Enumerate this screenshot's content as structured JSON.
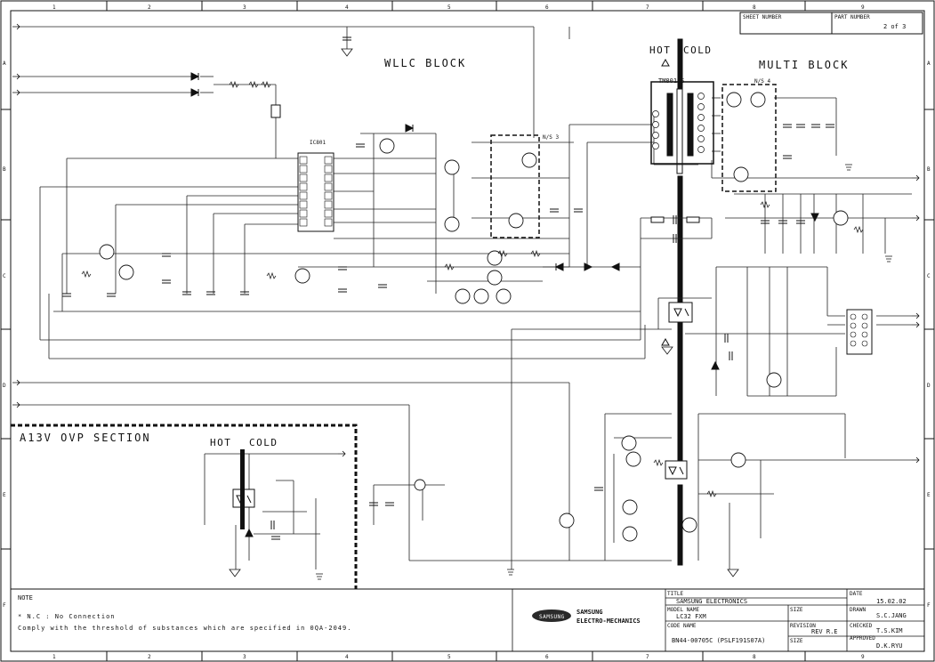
{
  "grid": {
    "columns": [
      "1",
      "2",
      "3",
      "4",
      "5",
      "6",
      "7",
      "8",
      "9"
    ],
    "rows": [
      "A",
      "B",
      "C",
      "D",
      "E",
      "F"
    ]
  },
  "header": {
    "sheet_label": "SHEET NUMBER",
    "sheet_value": "2 of 3",
    "part_label": "PART NUMBER",
    "part_value": ""
  },
  "blocks": {
    "wllc": "WLLC BLOCK",
    "multi": "MULTI BLOCK",
    "ovp": "A13V OVP SECTION",
    "hot": "HOT",
    "cold": "COLD",
    "transformer": "TM801CS",
    "ic": "IC801",
    "ns3": "N/S 3",
    "ns4": "N/S 4"
  },
  "notes": {
    "title": "NOTE",
    "line1": "* N.C : No Connection",
    "line2": "Comply with the threshold of substances which are specified in 0QA-2049."
  },
  "title_block": {
    "logo_text": "SAMSUNG",
    "company_line1": "SAMSUNG",
    "company_line2": "ELECTRO-MECHANICS",
    "owner_label": "TITLE",
    "owner": "SAMSUNG ELECTRONICS",
    "model_label": "MODEL NAME",
    "model": "LC32 FXM",
    "code_label": "CODE NAME",
    "code": "BN44-00705C (PSLF191S07A)",
    "size_label": "SIZE",
    "rev_label": "REVISION",
    "rev": "REV R.E",
    "date_label": "DATE",
    "date": "15.02.02",
    "draw_label": "DRAWN",
    "drawn": "S.C.JANG",
    "check_label": "CHECKED",
    "checked": "T.S.KIM",
    "approve_label": "APPROVED",
    "approved": "D.K.RYU"
  }
}
